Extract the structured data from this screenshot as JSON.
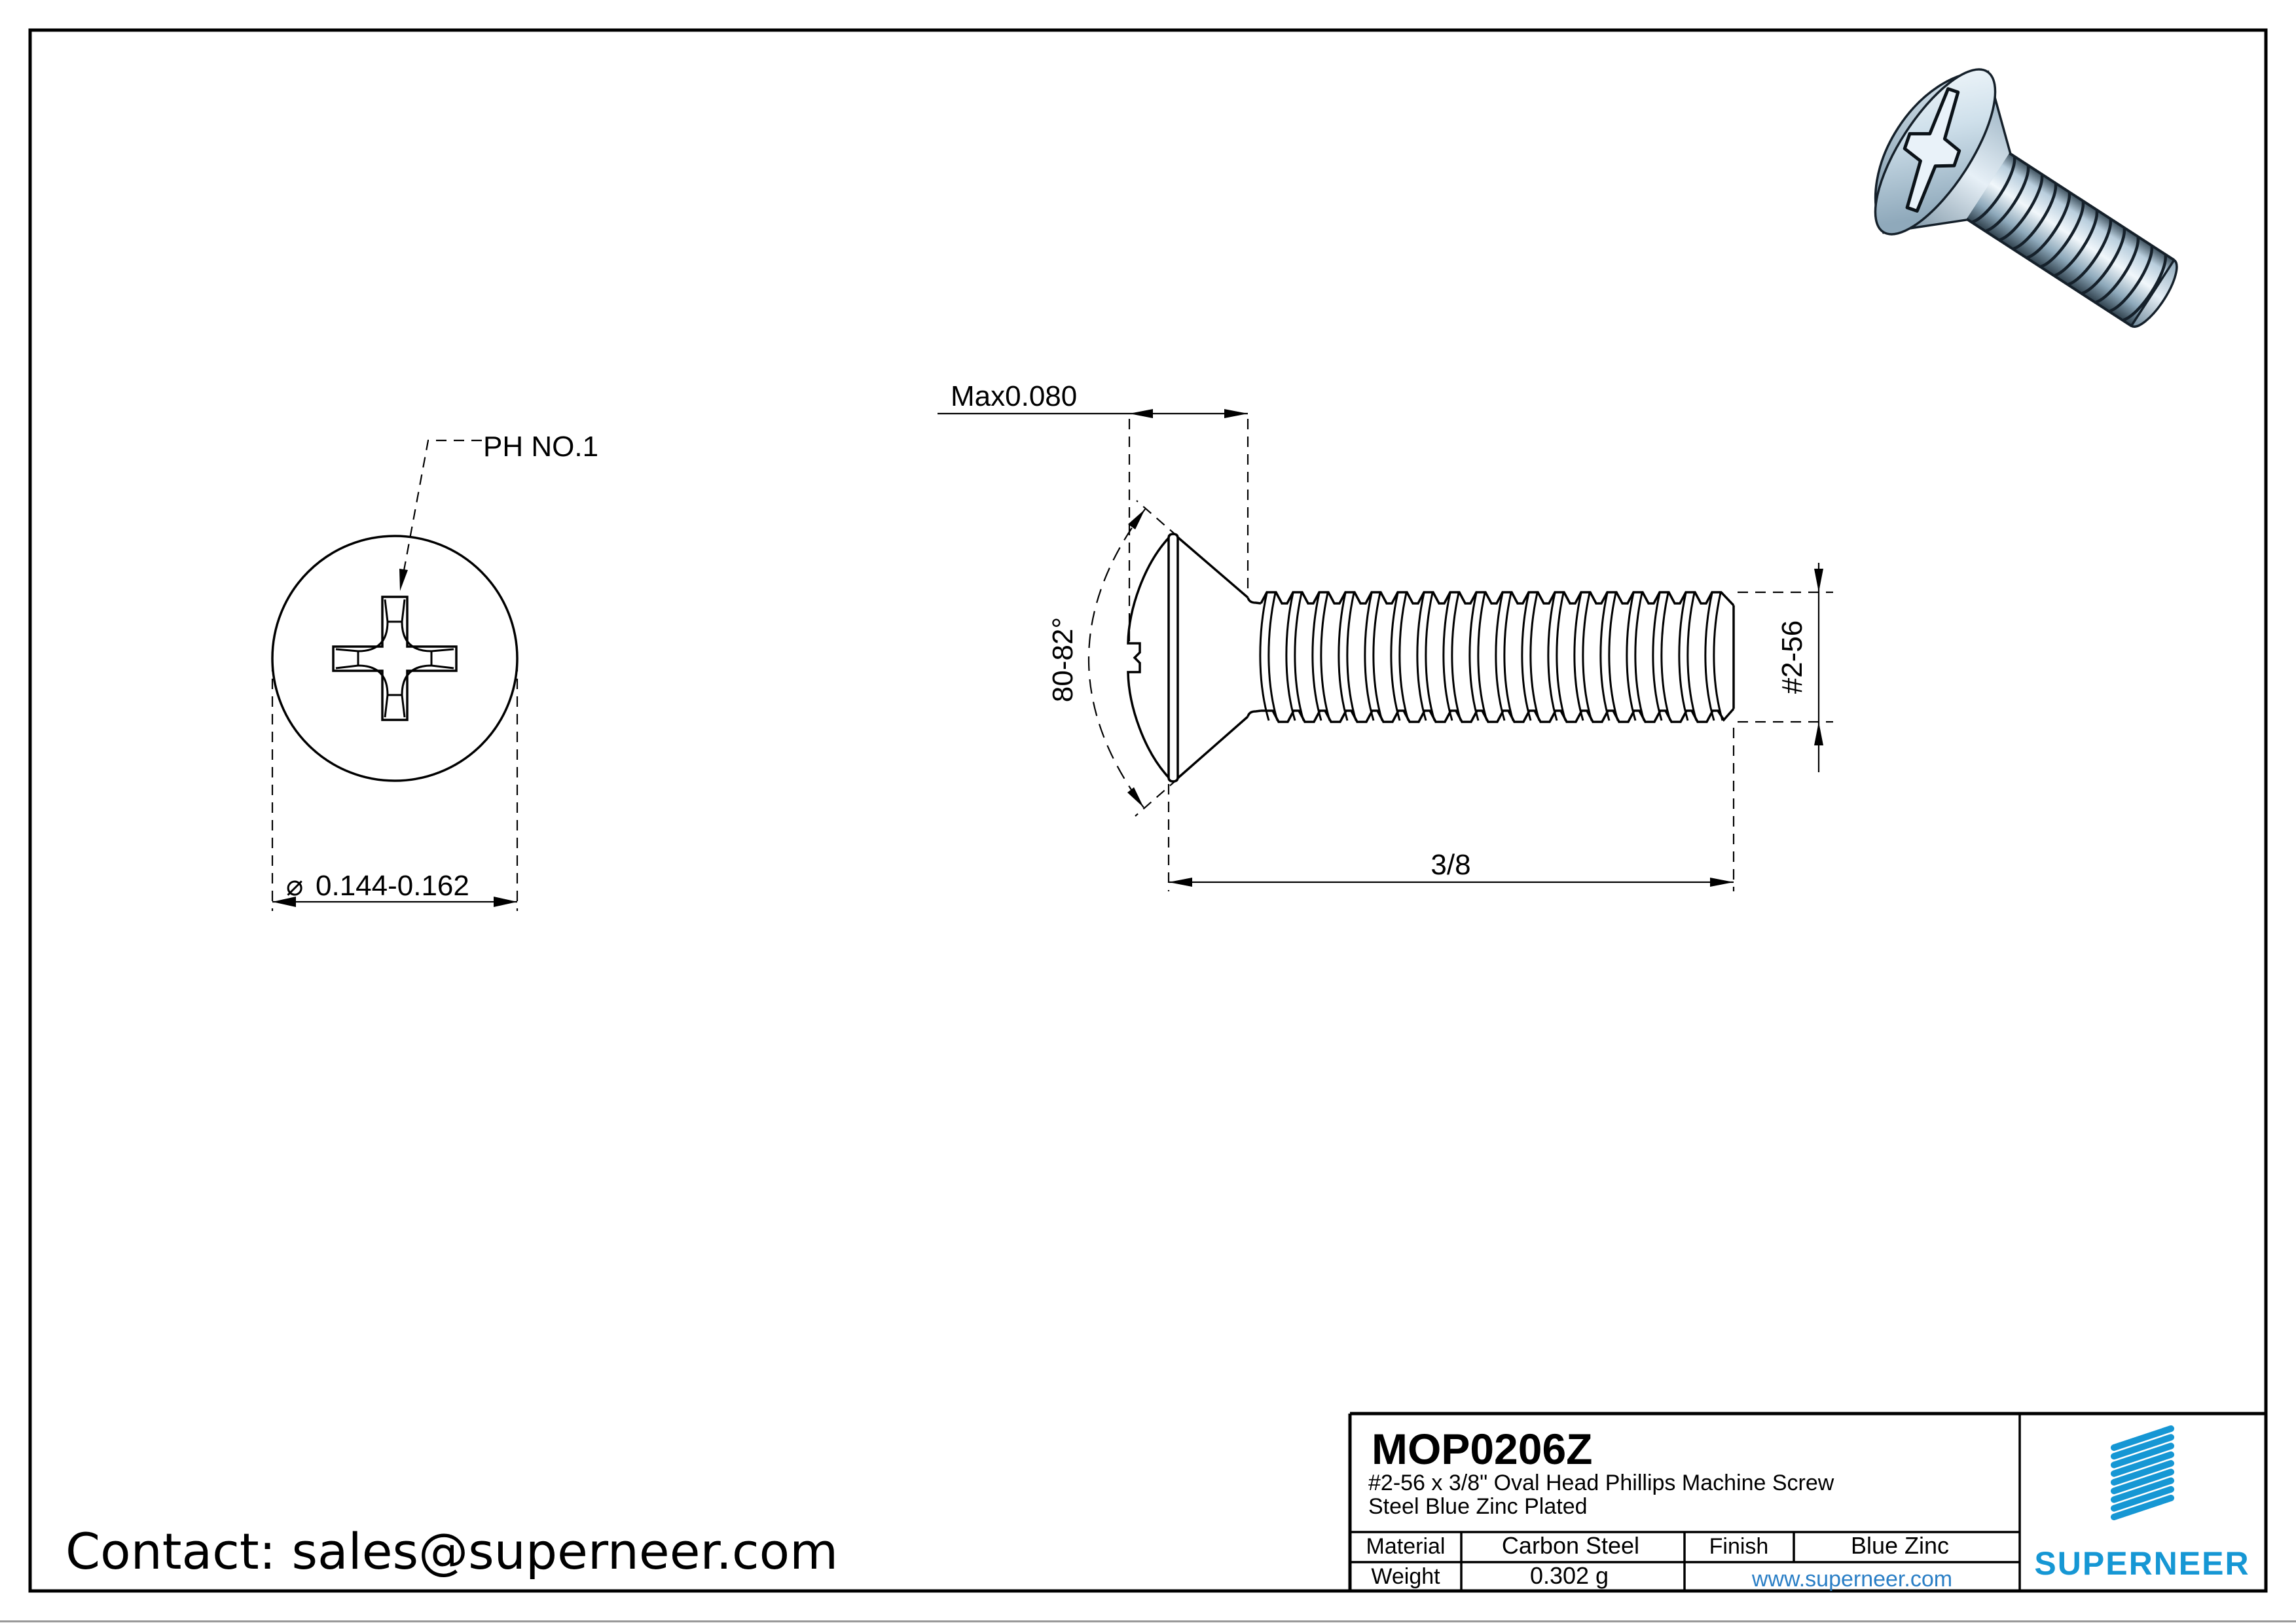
{
  "sheet": {
    "background": "#ffffff",
    "line_color": "#000000"
  },
  "front_view": {
    "recess_label": "PH NO.1",
    "diameter_symbol": "⌀",
    "diameter_value": "0.144-0.162"
  },
  "side_view": {
    "head_height_dim": "Max0.080",
    "head_angle_dim": "80-82°",
    "thread_dim": "#2-56",
    "length_dim": "3/8"
  },
  "title_block": {
    "part_number": "MOP0206Z",
    "description_line1": "#2-56 x 3/8\" Oval Head Phillips Machine Screw",
    "description_line2": "Steel Blue Zinc Plated",
    "material_label": "Material",
    "material_value": "Carbon Steel",
    "finish_label": "Finish",
    "finish_value": "Blue Zinc",
    "weight_label": "Weight",
    "weight_value": "0.302 g",
    "website": "www.superneer.com",
    "brand": "SUPERNEER",
    "brand_color": "#1697d4",
    "link_color": "#2b7fc6"
  },
  "contact": {
    "text": "Contact: sales@superneer.com"
  }
}
